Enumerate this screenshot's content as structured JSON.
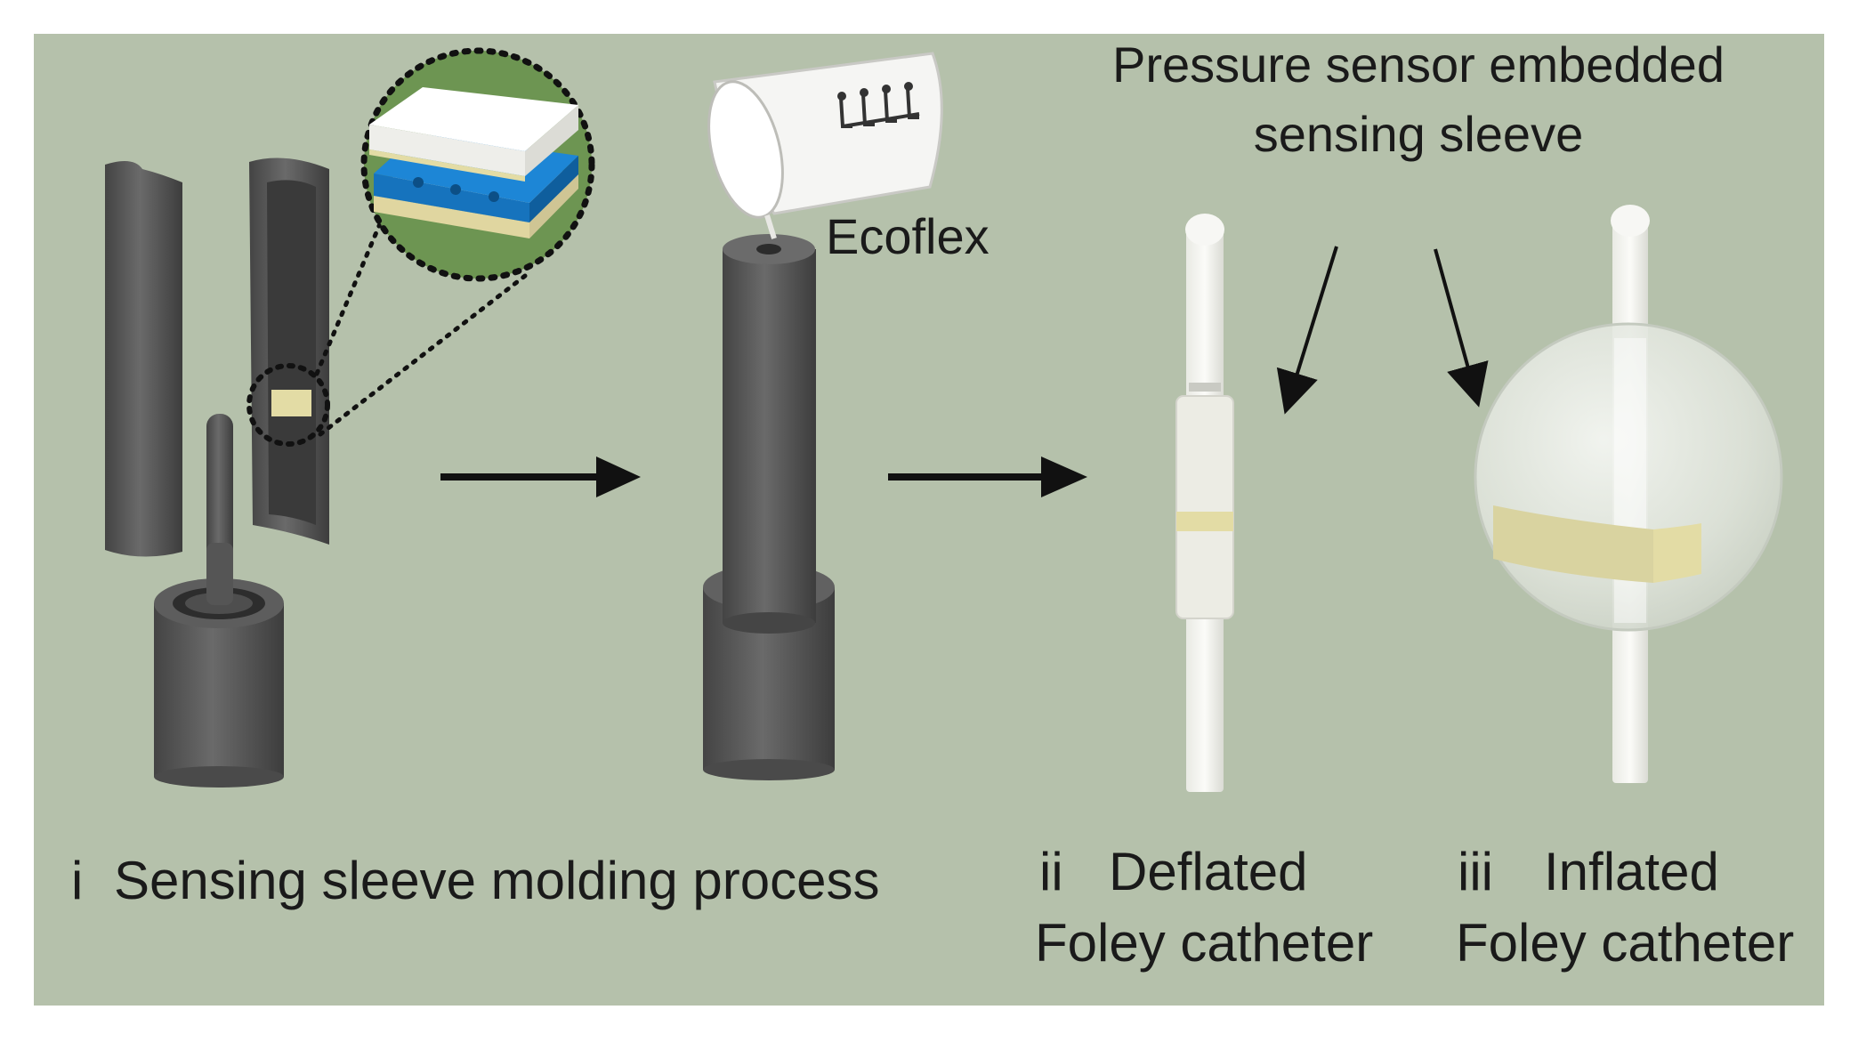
{
  "labels": {
    "ecoflex": "Ecoflex",
    "sensor_line1": "Pressure sensor embedded",
    "sensor_line2": "sensing sleeve",
    "step_i_numeral": "i",
    "step_i_text": "Sensing sleeve molding process",
    "step_ii_numeral": "ii",
    "step_ii_line1": "Deflated",
    "step_ii_line2": "Foley catheter",
    "step_iii_numeral": "iii",
    "step_iii_line1": "Inflated",
    "step_iii_line2": "Foley catheter"
  },
  "colors": {
    "panel_background": "#b5c1ab",
    "mold_gray": "#575757",
    "mold_dark": "#3c3c3c",
    "zoom_green": "#6d9552",
    "sensor_yellow": "#e3dca5",
    "sensor_blue": "#1d86d6",
    "catheter_white": "#f1f1ec",
    "arrow_black": "#111111"
  }
}
